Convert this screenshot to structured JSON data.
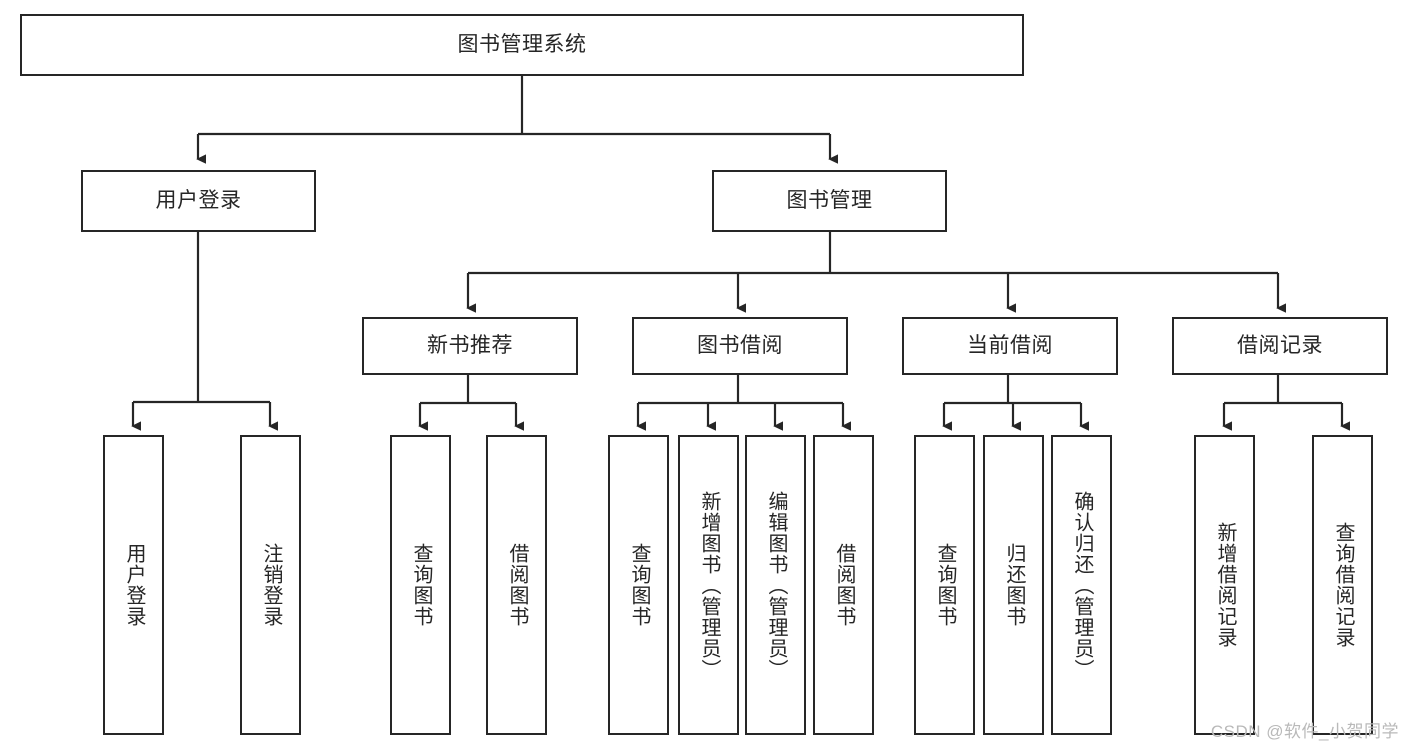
{
  "diagram": {
    "type": "tree-hierarchy",
    "title": "图书管理系统",
    "watermark": "CSDN @软件_小贺同学",
    "colors": {
      "stroke": "#262626",
      "background": "#ffffff",
      "watermark": "#b9b9b9"
    },
    "nodes": {
      "root": "图书管理系统",
      "l2": {
        "user_login": "用户登录",
        "book_manage": "图书管理"
      },
      "l3": {
        "new_book_rec": "新书推荐",
        "book_borrow": "图书借阅",
        "current_borrow": "当前借阅",
        "borrow_record": "借阅记录"
      },
      "leaves": {
        "login_1": "用户登录",
        "login_2": "注销登录",
        "rec_1": "查询图书",
        "rec_2": "借阅图书",
        "borrow_1": "查询图书",
        "borrow_2": "新增图书（管理员）",
        "borrow_3": "编辑图书（管理员）",
        "borrow_4": "借阅图书",
        "cur_1": "查询图书",
        "cur_2": "归还图书",
        "cur_3": "确认归还（管理员）",
        "rec_log_1": "新增借阅记录",
        "rec_log_2": "查询借阅记录"
      }
    },
    "edges": [
      {
        "from": "图书管理系统",
        "to": "用户登录"
      },
      {
        "from": "图书管理系统",
        "to": "图书管理"
      },
      {
        "from": "用户登录",
        "to": "用户登录"
      },
      {
        "from": "用户登录",
        "to": "注销登录"
      },
      {
        "from": "图书管理",
        "to": "新书推荐"
      },
      {
        "from": "图书管理",
        "to": "图书借阅"
      },
      {
        "from": "图书管理",
        "to": "当前借阅"
      },
      {
        "from": "图书管理",
        "to": "借阅记录"
      },
      {
        "from": "新书推荐",
        "to": "查询图书"
      },
      {
        "from": "新书推荐",
        "to": "借阅图书"
      },
      {
        "from": "图书借阅",
        "to": "查询图书"
      },
      {
        "from": "图书借阅",
        "to": "新增图书（管理员）"
      },
      {
        "from": "图书借阅",
        "to": "编辑图书（管理员）"
      },
      {
        "from": "图书借阅",
        "to": "借阅图书"
      },
      {
        "from": "当前借阅",
        "to": "查询图书"
      },
      {
        "from": "当前借阅",
        "to": "归还图书"
      },
      {
        "from": "当前借阅",
        "to": "确认归还（管理员）"
      },
      {
        "from": "借阅记录",
        "to": "新增借阅记录"
      },
      {
        "from": "借阅记录",
        "to": "查询借阅记录"
      }
    ]
  }
}
